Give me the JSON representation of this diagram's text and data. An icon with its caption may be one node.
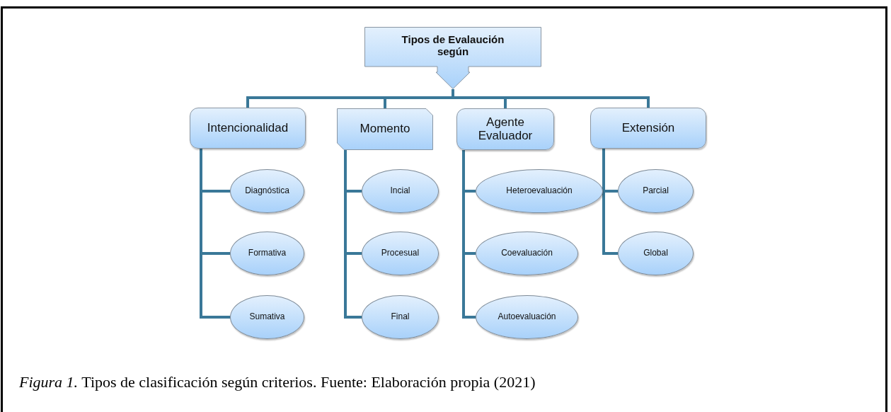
{
  "diagram": {
    "caption": "*Figura 1.* Tipos de clasificación según criterios. Fuente: Elaboración propia (2021)",
    "nodes": [
      {
        "text": [
          "Tipos de Evalaución según"
        ]
      },
      {
        "text": [
          "Intencionalidad"
        ]
      },
      {
        "text": [
          "Momento"
        ]
      },
      {
        "text": [
          "Agente Evaluador"
        ]
      },
      {
        "text": [
          "Extensión"
        ]
      },
      {
        "text": [
          "Diagnóstica"
        ]
      },
      {
        "text": [
          "Formativa"
        ]
      },
      {
        "text": [
          "Sumativa"
        ]
      },
      {
        "text": [
          "Incial"
        ]
      },
      {
        "text": [
          "Procesual"
        ]
      },
      {
        "text": [
          "Final"
        ]
      },
      {
        "text": [
          "Heteroevaluación"
        ]
      },
      {
        "text": [
          "Coevaluación"
        ]
      },
      {
        "text": [
          "Autoevaluación"
        ]
      },
      {
        "text": [
          "Parcial"
        ]
      },
      {
        "text": [
          "Global"
        ]
      }
    ],
    "edges": [
      {
        "from": 0,
        "to": 1,
        "arrow": "none"
      },
      {
        "from": 0,
        "to": 2,
        "arrow": "none"
      },
      {
        "from": 0,
        "to": 3,
        "arrow": "none"
      },
      {
        "from": 0,
        "to": 4,
        "arrow": "none"
      },
      {
        "from": 1,
        "to": 5,
        "arrow": "none"
      },
      {
        "from": 1,
        "to": 6,
        "arrow": "none"
      },
      {
        "from": 1,
        "to": 7,
        "arrow": "none"
      },
      {
        "from": 2,
        "to": 8,
        "arrow": "none"
      },
      {
        "from": 2,
        "to": 9,
        "arrow": "none"
      },
      {
        "from": 2,
        "to": 10,
        "arrow": "none"
      },
      {
        "from": 3,
        "to": 11,
        "arrow": "none"
      },
      {
        "from": 3,
        "to": 12,
        "arrow": "none"
      },
      {
        "from": 3,
        "to": 13,
        "arrow": "none"
      },
      {
        "from": 4,
        "to": 14,
        "arrow": "none"
      },
      {
        "from": 4,
        "to": 15,
        "arrow": "none"
      }
    ]
  }
}
